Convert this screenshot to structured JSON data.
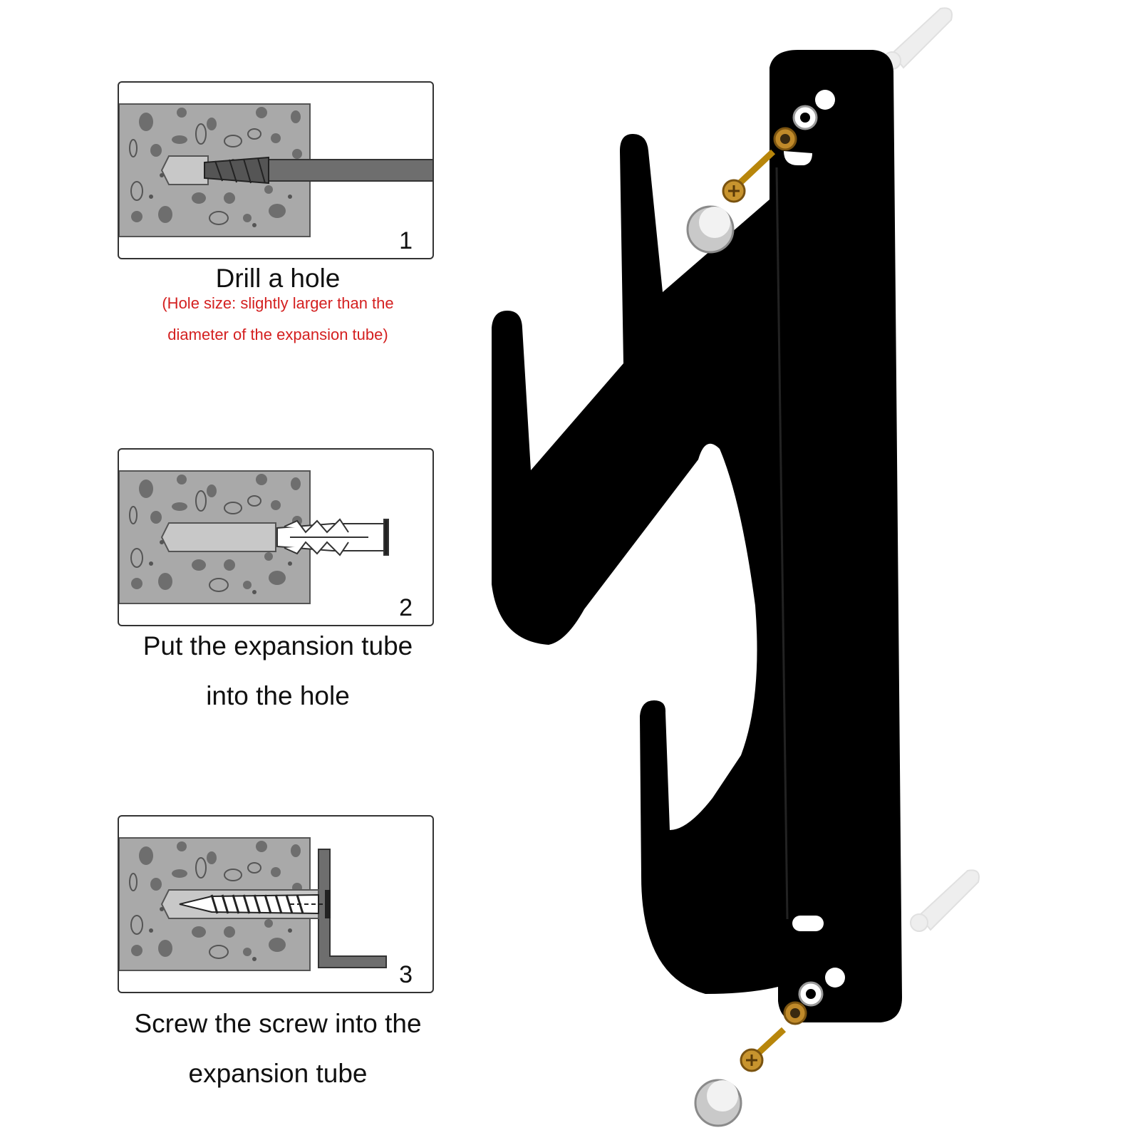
{
  "steps": [
    {
      "number": "1",
      "caption": "Drill a hole",
      "note_line1": "(Hole size: slightly larger than the",
      "note_line2": "diameter of the expansion tube)"
    },
    {
      "number": "2",
      "caption_line1": "Put the expansion tube",
      "caption_line2": "into the hole"
    },
    {
      "number": "3",
      "caption_line1": "Screw the screw into the",
      "caption_line2": "expansion tube"
    }
  ],
  "colors": {
    "concrete": "#a9a9a9",
    "stone": "#6e6e6e",
    "hook": "#000000",
    "note_text": "#d42020",
    "screw": "#b8860b"
  }
}
